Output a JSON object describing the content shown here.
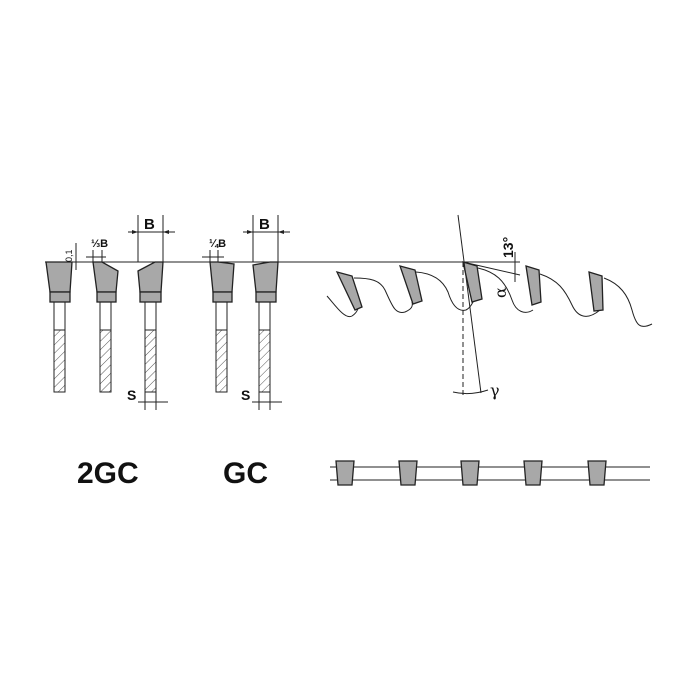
{
  "labels": {
    "tolerance": "0,1",
    "third_b": "⅓B",
    "quarter_b": "¼B",
    "b1": "B",
    "b2": "B",
    "s1": "S",
    "s2": "S",
    "angle_13": "13°",
    "alpha": "α",
    "gamma": "γ",
    "type_2gc": "2GC",
    "type_gc": "GC"
  },
  "colors": {
    "tooth_fill": "#a8a8a8",
    "line": "#222222"
  }
}
